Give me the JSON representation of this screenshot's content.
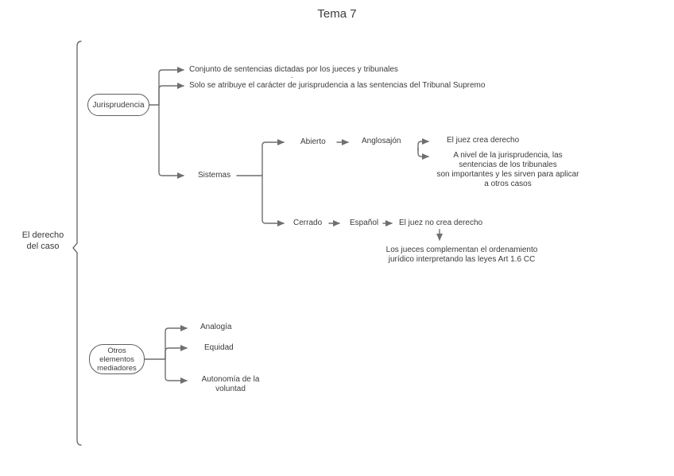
{
  "title": "Tema 7",
  "colors": {
    "line": "#6f6f6f",
    "text": "#3b3b3b",
    "node_border": "#5f5f5f",
    "background": "#ffffff"
  },
  "root": {
    "label": "El derecho\ndel caso"
  },
  "jurisprudencia": {
    "node_label": "Jurisprudencia",
    "stray_mark": ".",
    "children": [
      {
        "label": "Conjunto de sentencias dictadas por los jueces y tribunales"
      },
      {
        "label": "Solo se atribuye el carácter de jurisprudencia a las sentencias del Tribunal Supremo"
      },
      {
        "label": "Sistemas"
      }
    ],
    "sistemas": {
      "abierto": {
        "label": "Abierto",
        "anglosajon": {
          "label": "Anglosajón",
          "children": [
            {
              "label": "El juez crea derecho"
            },
            {
              "label": "A nivel de la jurisprudencia, las sentencias de los tribunales\nson importantes y les sirven para aplicar a otros casos"
            }
          ]
        }
      },
      "cerrado": {
        "label": "Cerrado",
        "espanol": {
          "label": "Español",
          "child": "El juez no crea derecho",
          "note": "Los jueces complementan el ordenamiento\njurídico interpretando las leyes Art 1.6 CC"
        }
      }
    }
  },
  "otros": {
    "node_label": "Otros\nelementos\nmediadores",
    "children": [
      {
        "label": "Analogía"
      },
      {
        "label": "Equidad"
      },
      {
        "label": "Autonomía de la\nvoluntad"
      }
    ]
  }
}
